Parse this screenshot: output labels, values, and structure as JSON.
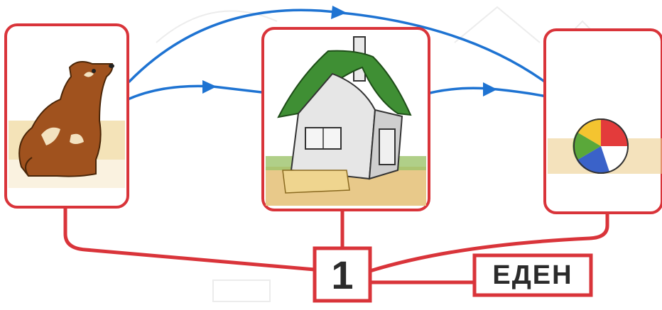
{
  "picture_panels": [
    {
      "id": "dog",
      "icon": "dog-icon"
    },
    {
      "id": "house",
      "icon": "house-icon"
    },
    {
      "id": "ball",
      "icon": "beach-ball-icon"
    }
  ],
  "number_box": {
    "value": "1"
  },
  "word_box": {
    "value": "ЕДЕН"
  },
  "colors": {
    "frame_red": "#d9343a",
    "arrow_blue": "#1e73d2",
    "roof_green": "#3f8f34",
    "dog_brown": "#a0521e",
    "ground": "#e8c98a"
  }
}
